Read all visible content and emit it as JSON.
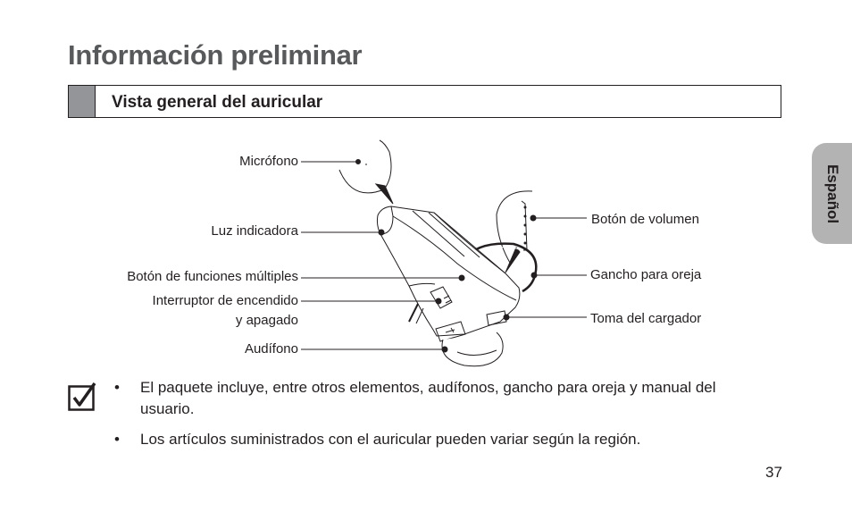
{
  "page": {
    "title": "Información preliminar",
    "section_title": "Vista general del auricular",
    "language_tab": "Español",
    "page_number": "37"
  },
  "diagram": {
    "labels": {
      "microphone": "Micrófono",
      "indicator_light": "Luz indicadora",
      "multi_function_button": "Botón de funciones múltiples",
      "power_switch_line1": "Interruptor de encendido",
      "power_switch_line2": "y apagado",
      "earpiece": "Audífono",
      "volume_button": "Botón de volumen",
      "ear_hook": "Gancho para oreja",
      "charger_jack": "Toma del cargador"
    }
  },
  "notes": {
    "icon": "checkbox-check-icon",
    "bullet": "•",
    "items": [
      "El paquete incluye, entre otros elementos, audífonos, gancho para oreja y manual del usuario.",
      "Los artículos suministrados con el auricular pueden variar según la región."
    ]
  }
}
